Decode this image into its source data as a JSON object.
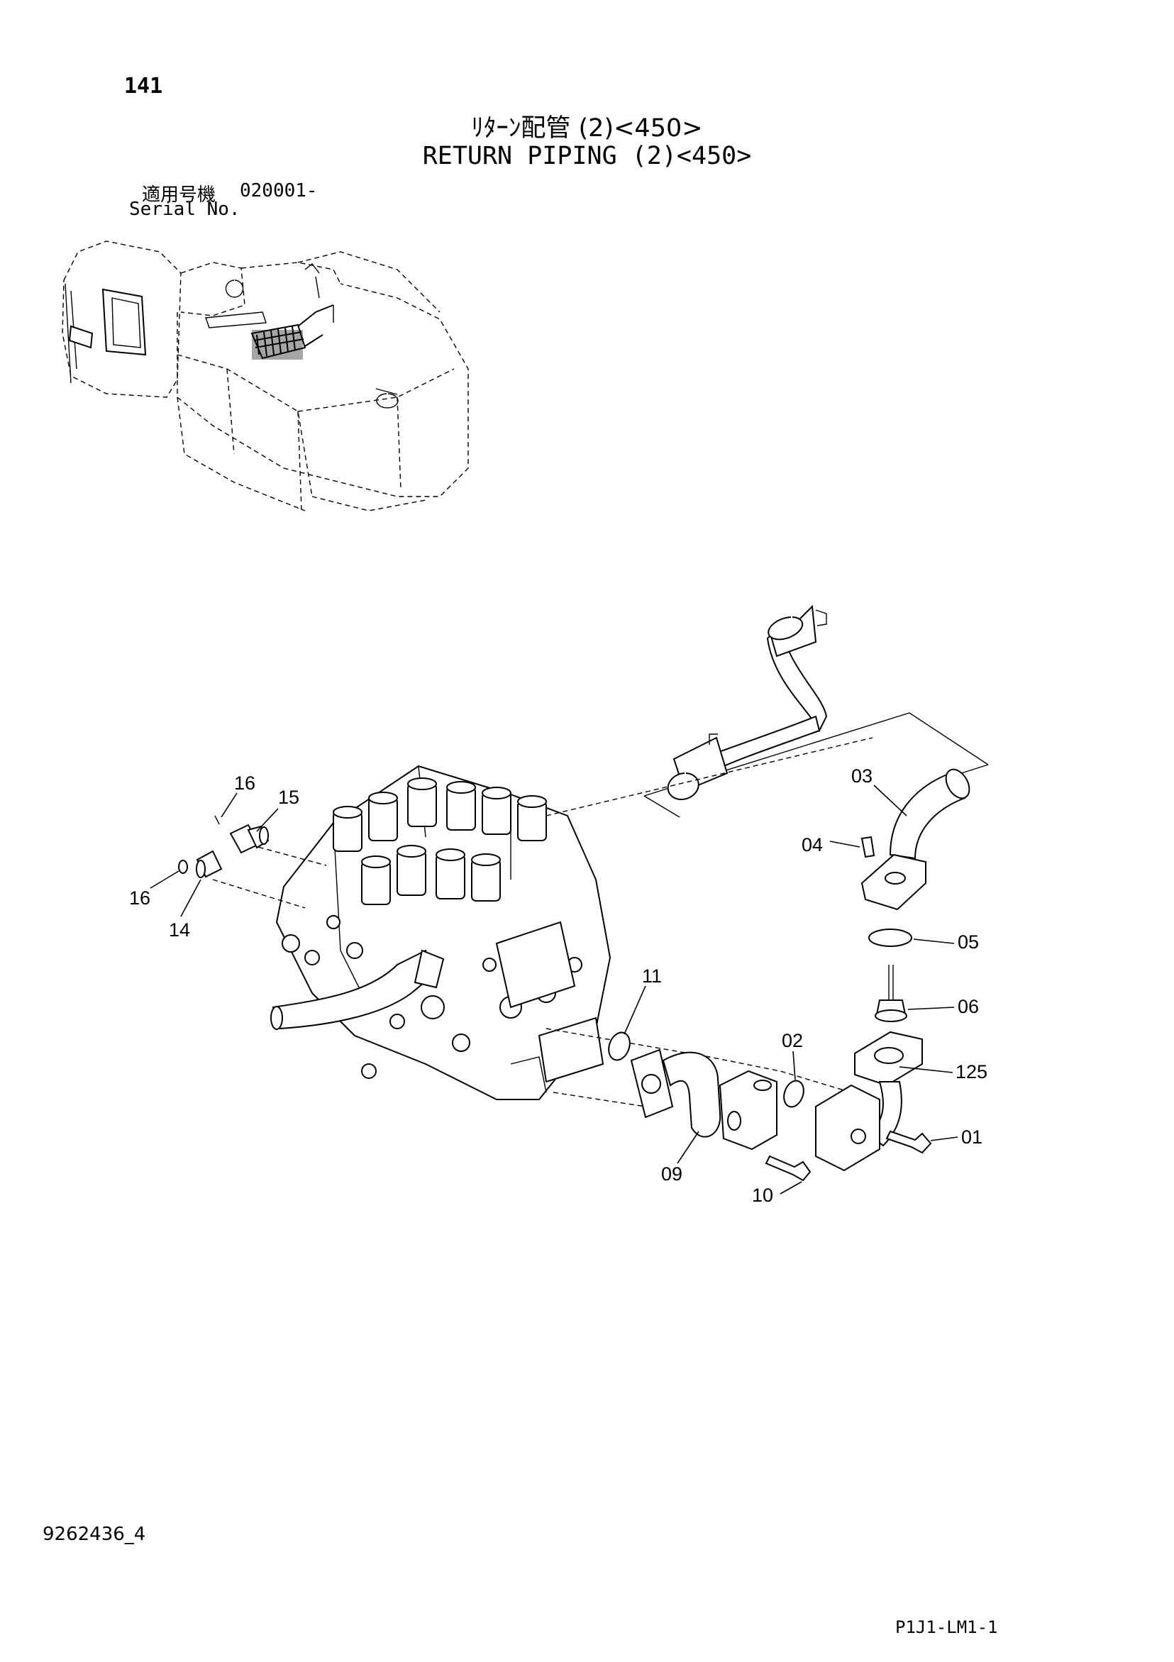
{
  "header": {
    "page_number": "141",
    "title_jp": "ﾘﾀｰﾝ配管 (2)<450>",
    "title_en": "RETURN PIPING (2)<450>",
    "serial_label_jp": "適用号機",
    "serial_label_en": "Serial No.",
    "serial_value": "020001-"
  },
  "diagram": {
    "callouts": [
      {
        "id": "c16a",
        "label": "16"
      },
      {
        "id": "c15",
        "label": "15"
      },
      {
        "id": "c16b",
        "label": "16"
      },
      {
        "id": "c14",
        "label": "14"
      },
      {
        "id": "c03",
        "label": "03"
      },
      {
        "id": "c04",
        "label": "04"
      },
      {
        "id": "c05",
        "label": "05"
      },
      {
        "id": "c06",
        "label": "06"
      },
      {
        "id": "c11",
        "label": "11"
      },
      {
        "id": "c02",
        "label": "02"
      },
      {
        "id": "c125",
        "label": "125"
      },
      {
        "id": "c01",
        "label": "01"
      },
      {
        "id": "c09",
        "label": "09"
      },
      {
        "id": "c10",
        "label": "10"
      }
    ]
  },
  "footer": {
    "doc_number": "9262436_4",
    "sheet_code": "P1J1-LM1-1"
  }
}
